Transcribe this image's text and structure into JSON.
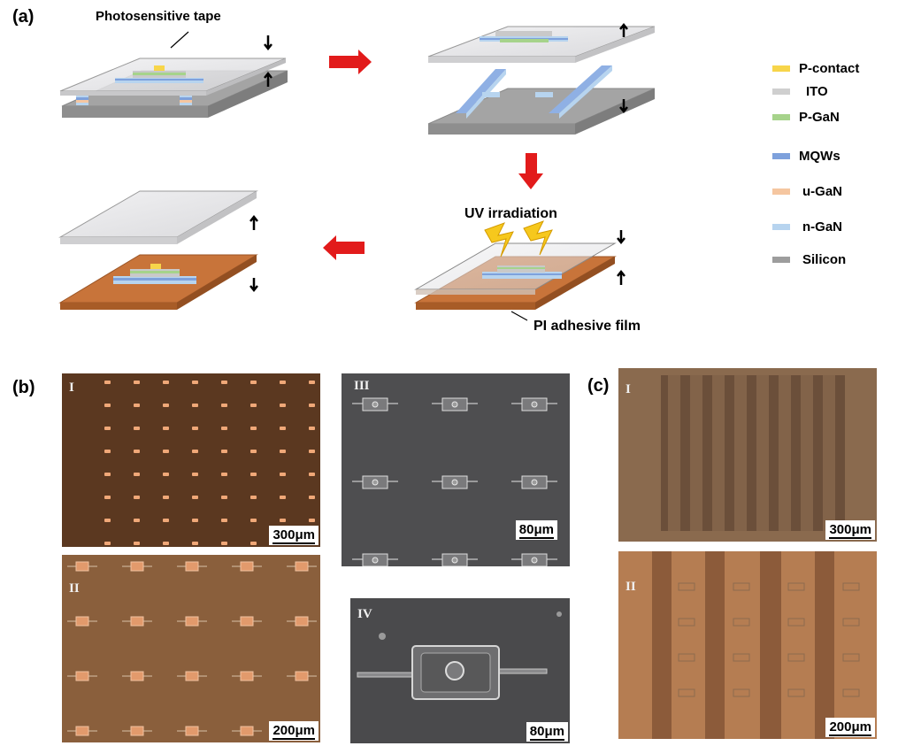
{
  "figure": {
    "panel_a": {
      "label": "(a)",
      "callouts": {
        "tape": "Photosensitive tape",
        "uv": "UV irradiation",
        "pi_film": "PI adhesive film"
      },
      "legend": [
        {
          "label": "P-contact",
          "color": "#f7d54a"
        },
        {
          "label": "ITO",
          "color": "#cfcfcf"
        },
        {
          "label": "P-GaN",
          "color": "#a6d38b"
        },
        {
          "label": "MQWs",
          "color": "#7ea1dc"
        },
        {
          "label": "u-GaN",
          "color": "#f5c6a0"
        },
        {
          "label": "n-GaN",
          "color": "#b7d4ef"
        },
        {
          "label": "Silicon",
          "color": "#9d9d9d"
        }
      ]
    },
    "panel_b": {
      "label": "(b)",
      "images": [
        {
          "roman": "I",
          "scale": "300μm"
        },
        {
          "roman": "II",
          "scale": "200μm"
        },
        {
          "roman": "III",
          "scale": "80μm"
        },
        {
          "roman": "IV",
          "scale": "80μm"
        }
      ]
    },
    "panel_c": {
      "label": "(c)",
      "images": [
        {
          "roman": "I",
          "scale": "300μm"
        },
        {
          "roman": "II",
          "scale": "200μm"
        }
      ]
    }
  }
}
